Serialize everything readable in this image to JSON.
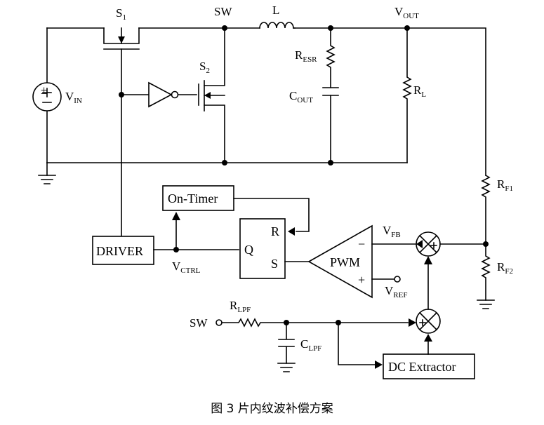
{
  "labels": {
    "s1": "S",
    "s1_sub": "1",
    "sw_top": "SW",
    "l": "L",
    "vout": "V",
    "vout_sub": "OUT",
    "resr": "R",
    "resr_sub": "ESR",
    "cout": "C",
    "cout_sub": "OUT",
    "rl": "R",
    "rl_sub": "L",
    "s2": "S",
    "s2_sub": "2",
    "vin": "V",
    "vin_sub": "IN",
    "rf1": "R",
    "rf1_sub": "F1",
    "rf2": "R",
    "rf2_sub": "F2",
    "vfb": "V",
    "vfb_sub": "FB",
    "vref": "V",
    "vref_sub": "REF",
    "vctrl": "V",
    "vctrl_sub": "CTRL",
    "rlpf": "R",
    "rlpf_sub": "LPF",
    "clpf": "C",
    "clpf_sub": "LPF",
    "sw_in": "SW"
  },
  "blocks": {
    "on_timer": "On-Timer",
    "driver": "DRIVER",
    "pwm": "PWM",
    "dc_extractor": "DC Extractor",
    "sr_r": "R",
    "sr_s": "S",
    "sr_q": "Q",
    "pwm_minus": "−",
    "pwm_plus": "+"
  },
  "caption": "图 3  片内纹波补偿方案"
}
